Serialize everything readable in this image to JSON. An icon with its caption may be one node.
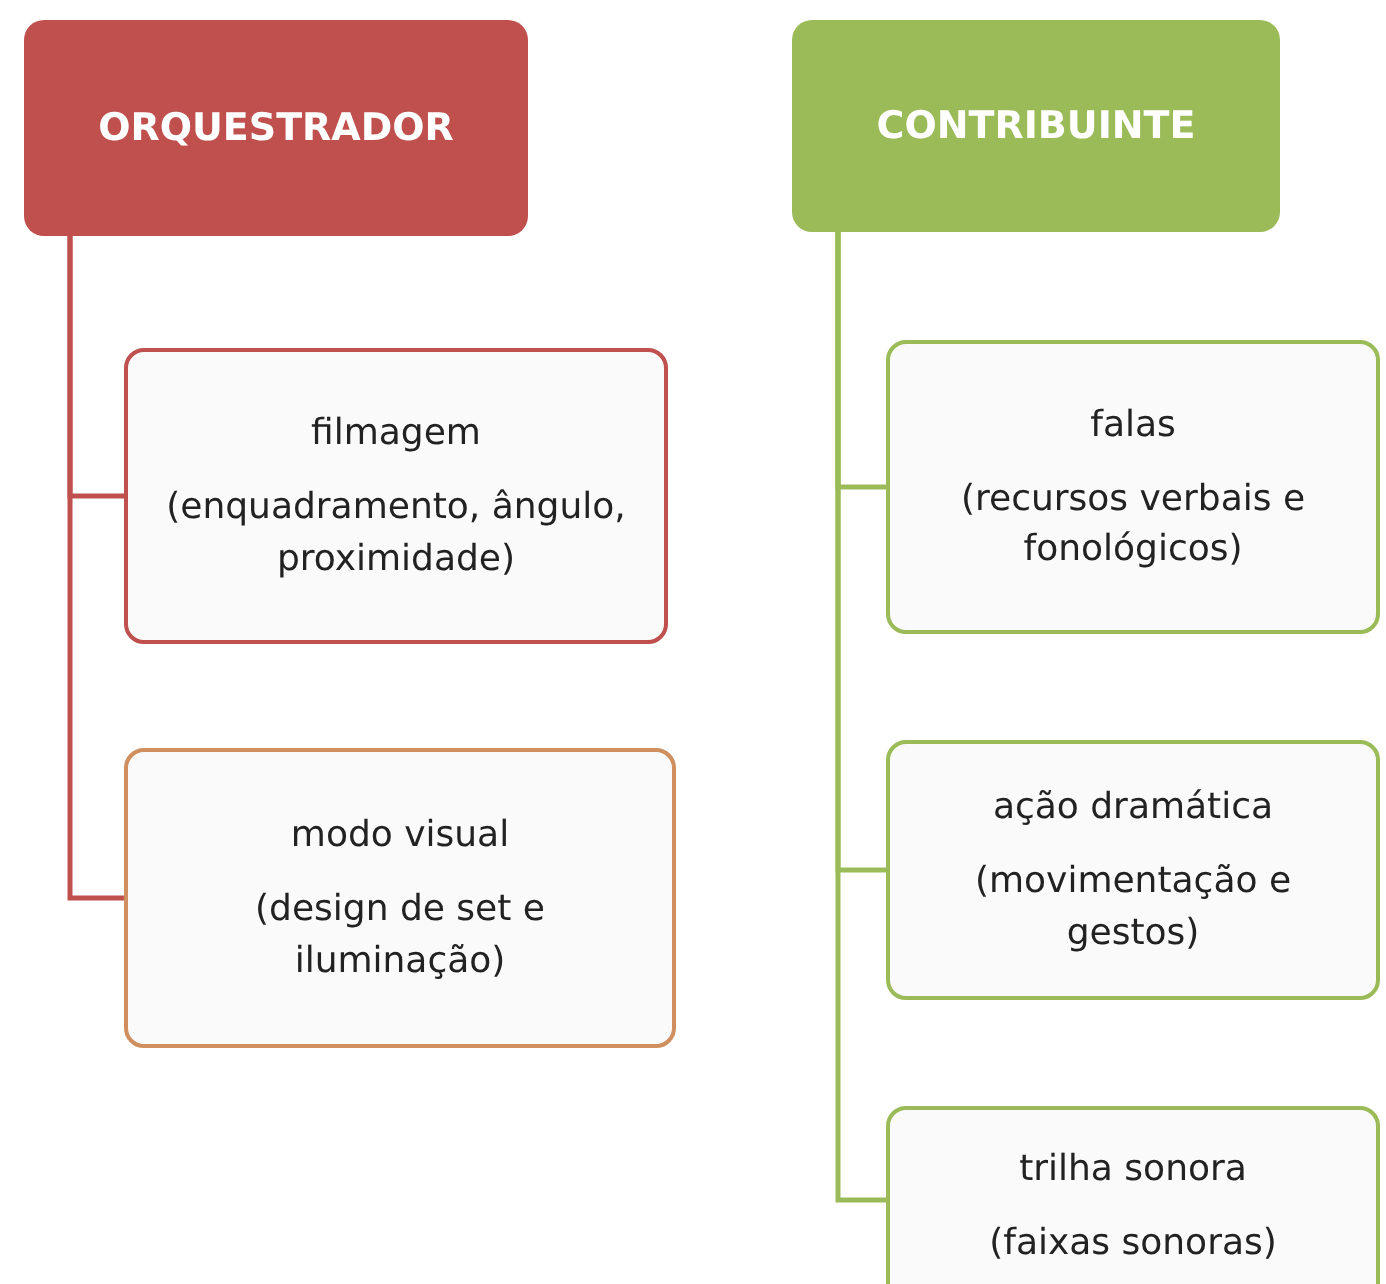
{
  "diagram": {
    "nodes": [
      {
        "text": [
          "ORQUESTRADOR"
        ]
      },
      {
        "text": [
          "filmagem",
          "(enquadramento, ângulo, proximidade)"
        ]
      },
      {
        "text": [
          "modo visual",
          "(design de set e iluminação)"
        ]
      },
      {
        "text": [
          "CONTRIBUINTE"
        ]
      },
      {
        "text": [
          "falas",
          "(recursos verbais e fonológicos)"
        ]
      },
      {
        "text": [
          "ação dramática",
          "(movimentação e gestos)"
        ]
      },
      {
        "text": [
          "trilha sonora",
          "(faixas sonoras)"
        ]
      }
    ],
    "edges": [
      {
        "from": 0,
        "to": 1,
        "arrow": "none",
        "color": "#c0504d"
      },
      {
        "from": 0,
        "to": 2,
        "arrow": "none",
        "color": "#c0504d"
      },
      {
        "from": 3,
        "to": 4,
        "arrow": "none"
      },
      {
        "from": 3,
        "to": 5,
        "arrow": "none"
      },
      {
        "from": 3,
        "to": 6,
        "arrow": "none"
      }
    ]
  }
}
